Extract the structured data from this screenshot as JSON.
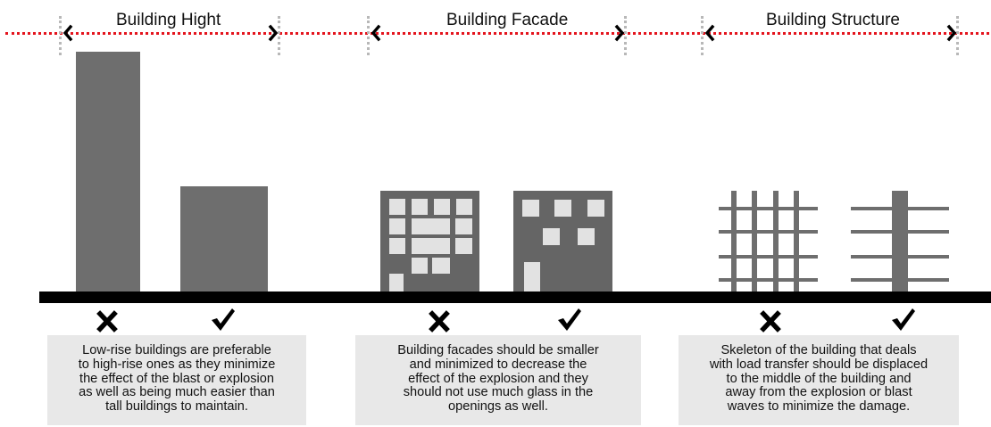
{
  "sections": [
    {
      "title": "Building Hight",
      "description": "Low-rise buildings are preferable\nto high-rise ones as they minimize\nthe effect of the blast or explosion\nas well as being much easier than\ntall buildings to maintain.",
      "marks": [
        "x-mark-icon",
        "check-mark-icon"
      ]
    },
    {
      "title": "Building Facade",
      "description": "Building facades should be smaller\nand minimized to decrease the\neffect of the explosion and they\nshould not use much glass in the\nopenings as well.",
      "marks": [
        "x-mark-icon",
        "check-mark-icon"
      ]
    },
    {
      "title": "Building Structure",
      "description": "Skeleton of the building that deals\nwith load transfer should be displaced\nto the middle of the building and\naway from the explosion or blast\nwaves to minimize the damage.",
      "marks": [
        "x-mark-icon",
        "check-mark-icon"
      ]
    }
  ],
  "colors": {
    "dotted_line": "#e4131c",
    "building": "#6e6e6e",
    "window": "#e2e2e2",
    "ground": "#000000",
    "description_box": "#e8e8e8"
  }
}
